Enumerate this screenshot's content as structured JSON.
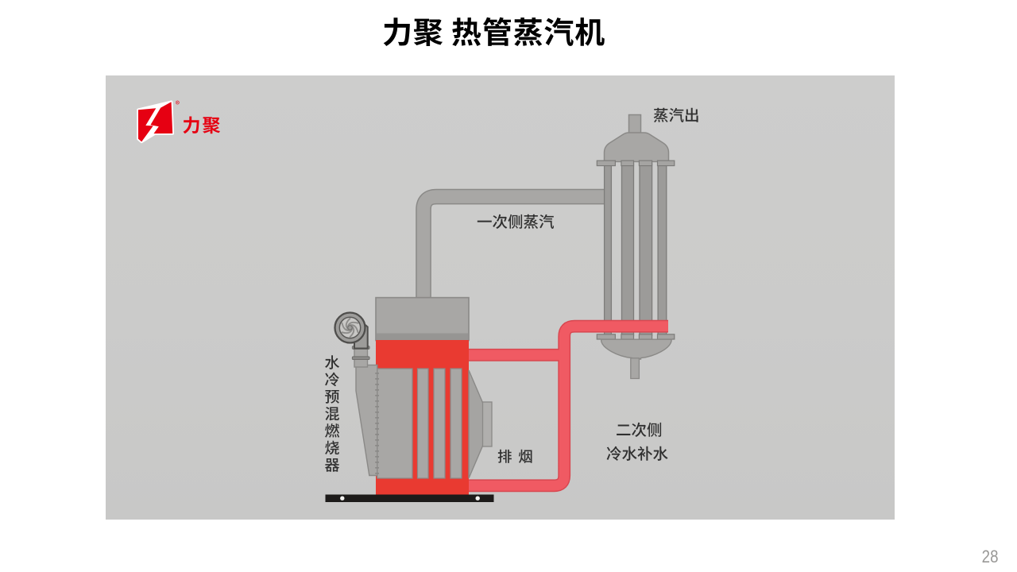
{
  "slide": {
    "title": "力聚 热管蒸汽机",
    "page_number": "28"
  },
  "logo": {
    "text": "力聚",
    "registered": "®",
    "color": "#e60012"
  },
  "diagram": {
    "labels": {
      "steam_out": "蒸汽出",
      "primary_steam": "一次侧蒸汽",
      "burner": "水冷预混燃烧器",
      "exhaust": "排 烟",
      "secondary_line1": "二次侧",
      "secondary_line2": "冷水补水"
    },
    "colors": {
      "panel_gray": "#cbcbca",
      "metal_gray": "#a8a7a5",
      "hot_red": "#e93a31",
      "pipe_red": "#f05a63",
      "base_black": "#1d1b1a",
      "logo_red": "#e60012",
      "label_ink": "#303030"
    }
  }
}
